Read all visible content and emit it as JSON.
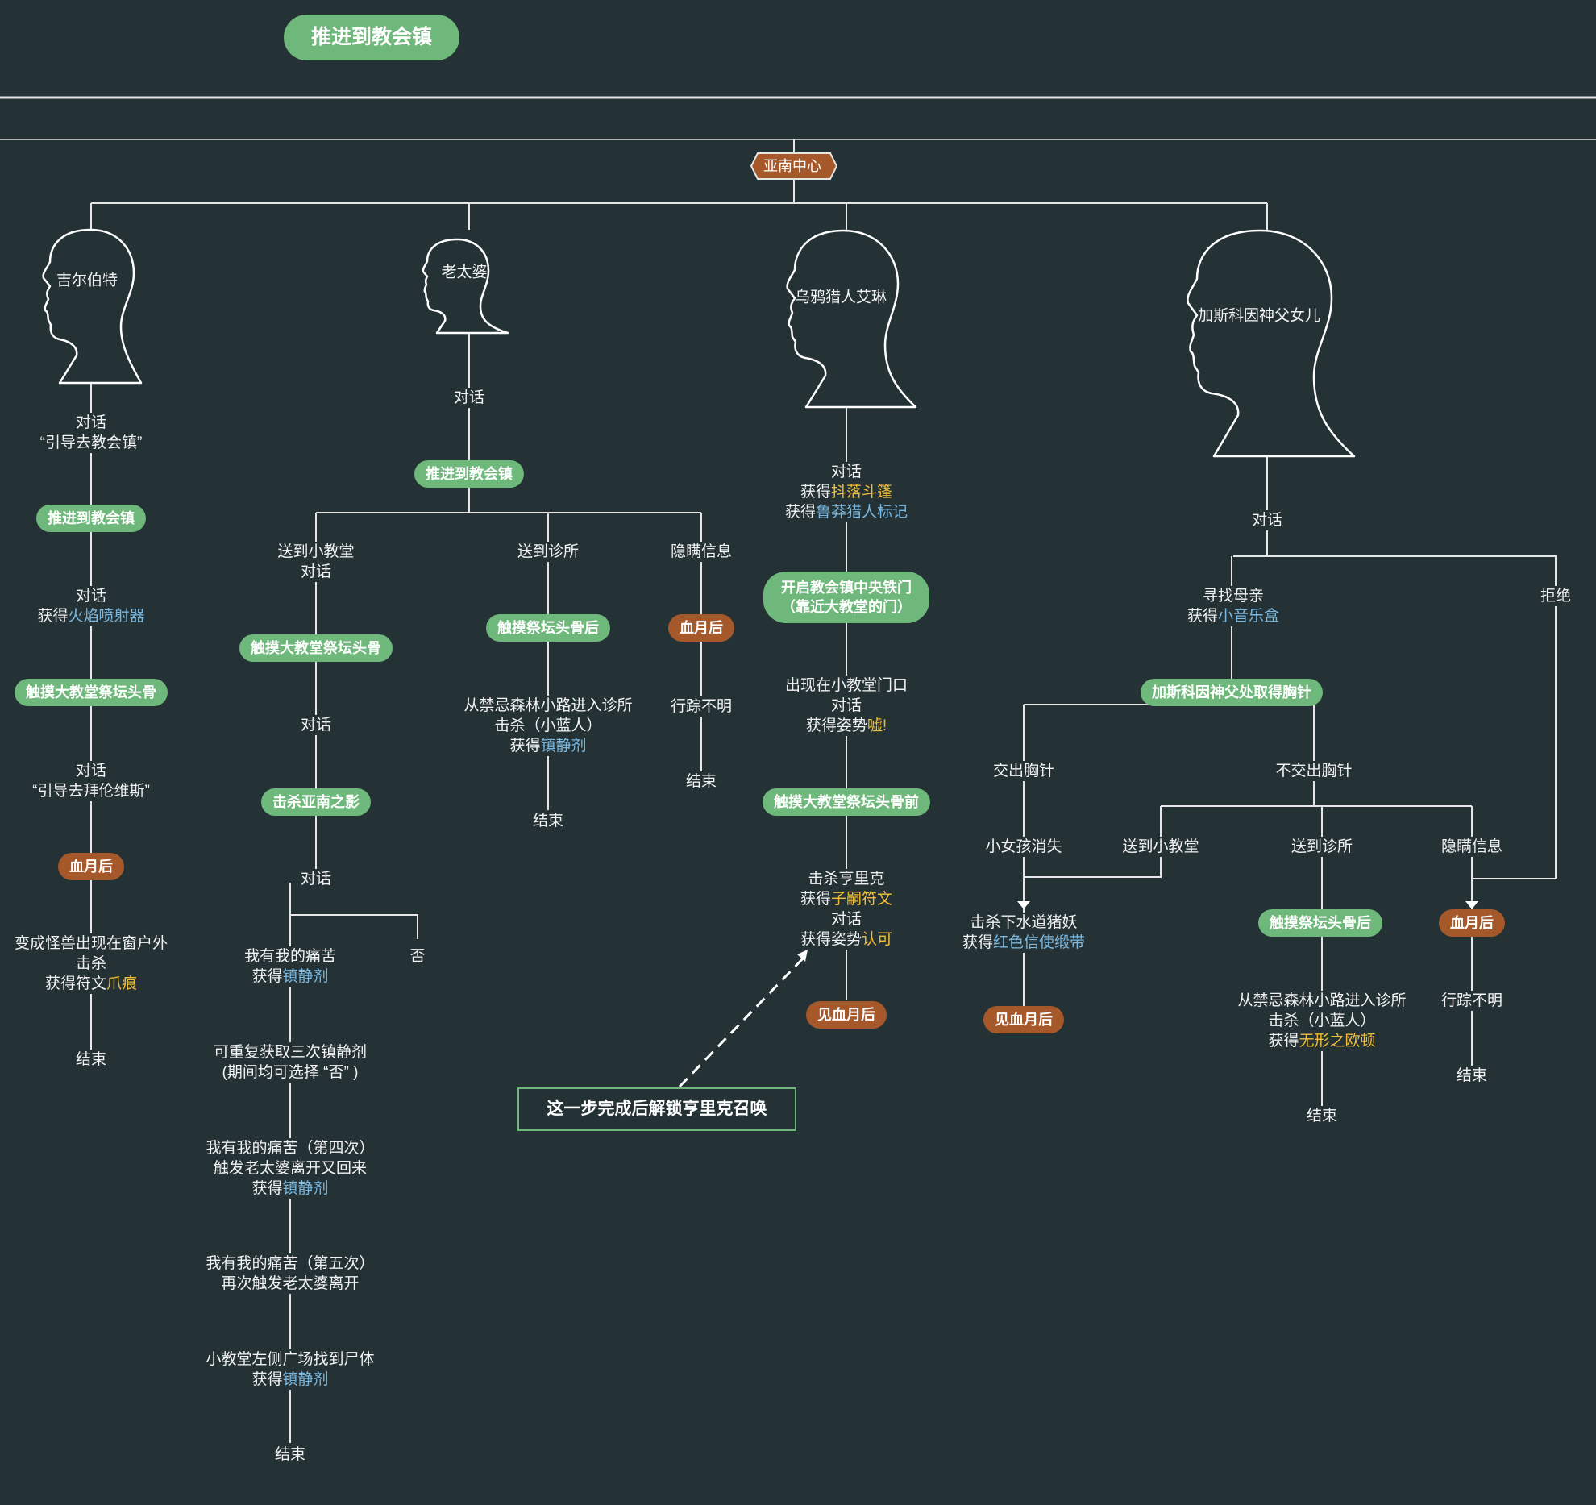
{
  "colors": {
    "background": "#243235",
    "green": "#6db87a",
    "brown": "#a5582a",
    "yellow": "#f0be3a",
    "blue": "#7ab8e0",
    "line": "#e6e6e6"
  },
  "header": {
    "title": "推进到教会镇"
  },
  "root": {
    "label": "亚南中心"
  },
  "heads": [
    "吉尔伯特",
    "老太婆",
    "乌鸦猎人艾琳",
    "加斯科因神父女儿"
  ],
  "col1": {
    "t1a": "对话",
    "t1b": "“引导去教会镇”",
    "p1": "推进到教会镇",
    "t2a": "对话",
    "t2b_pre": "获得",
    "t2b_item": "火焰喷射器",
    "p2": "触摸大教堂祭坛头骨",
    "t3a": "对话",
    "t3b": "“引导去拜伦维斯”",
    "p3": "血月后",
    "t4a": "变成怪兽出现在窗户外",
    "t4b": "击杀",
    "t4c_pre": "获得符文",
    "t4c_item": "爪痕",
    "end": "结束"
  },
  "col2": {
    "t1": "对话",
    "p1": "推进到教会镇",
    "a_t1a": "送到小教堂",
    "a_t1b": "对话",
    "a_p1": "触摸大教堂祭坛头骨",
    "a_t2": "对话",
    "a_p2": "击杀亚南之影",
    "a_t3": "对话",
    "a_yes_a": "我有我的痛苦",
    "a_yes_b_pre": "获得",
    "a_yes_b_item": "镇静剂",
    "a_no": "否",
    "a_t4a": "可重复获取三次镇静剂",
    "a_t4b": "(期间均可选择 “否” )",
    "a_t5a": "我有我的痛苦（第四次）",
    "a_t5b": "触发老太婆离开又回来",
    "a_t5c_pre": "获得",
    "a_t5c_item": "镇静剂",
    "a_t6a": "我有我的痛苦（第五次）",
    "a_t6b": "再次触发老太婆离开",
    "a_t7a": "小教堂左侧广场找到尸体",
    "a_t7b_pre": "获得",
    "a_t7b_item": "镇静剂",
    "a_end": "结束",
    "b_t1": "送到诊所",
    "b_p1": "触摸祭坛头骨后",
    "b_t2a": "从禁忌森林小路进入诊所",
    "b_t2b": "击杀（小蓝人）",
    "b_t2c_pre": "获得",
    "b_t2c_item": "镇静剂",
    "b_end": "结束",
    "c_t1": "隐瞒信息",
    "c_p1": "血月后",
    "c_t2": "行踪不明",
    "c_end": "结束"
  },
  "col3": {
    "t1a": "对话",
    "t1b_pre": "获得",
    "t1b_item": "抖落斗篷",
    "t1c_pre": "获得",
    "t1c_item": "鲁莽猎人标记",
    "p1a": "开启教会镇中央铁门",
    "p1b": "（靠近大教堂的门）",
    "t2a": "出现在小教堂门口",
    "t2b": "对话",
    "t2c_pre": "获得姿势",
    "t2c_item": "嘘!",
    "p2": "触摸大教堂祭坛头骨前",
    "t3a": "击杀亨里克",
    "t3b_pre": "获得",
    "t3b_item": "子嗣符文",
    "t3c": "对话",
    "t3d_pre": "获得姿势",
    "t3d_item": "认可",
    "p3": "见血月后",
    "unlock": "这一步完成后解锁亨里克召唤"
  },
  "col4": {
    "t1": "对话",
    "refuse": "拒绝",
    "t2a": "寻找母亲",
    "t2b_pre": "获得",
    "t2b_item": "小音乐盒",
    "p1": "加斯科因神父处取得胸针",
    "give": "交出胸针",
    "nogive": "不交出胸针",
    "girl_gone": "小女孩消失",
    "pig_a": "击杀下水道猪妖",
    "pig_b_pre": "获得",
    "pig_b_item": "红色信使缎带",
    "p_blood": "见血月后",
    "to_chapel": "送到小教堂",
    "to_clinic": "送到诊所",
    "hide": "隐瞒信息",
    "clinic_p": "触摸祭坛头骨后",
    "clinic_a": "从禁忌森林小路进入诊所",
    "clinic_b": "击杀（小蓝人）",
    "clinic_c_pre": "获得",
    "clinic_c_item": "无形之欧顿",
    "clinic_end": "结束",
    "hide_p": "血月后",
    "hide_t": "行踪不明",
    "hide_end": "结束"
  }
}
